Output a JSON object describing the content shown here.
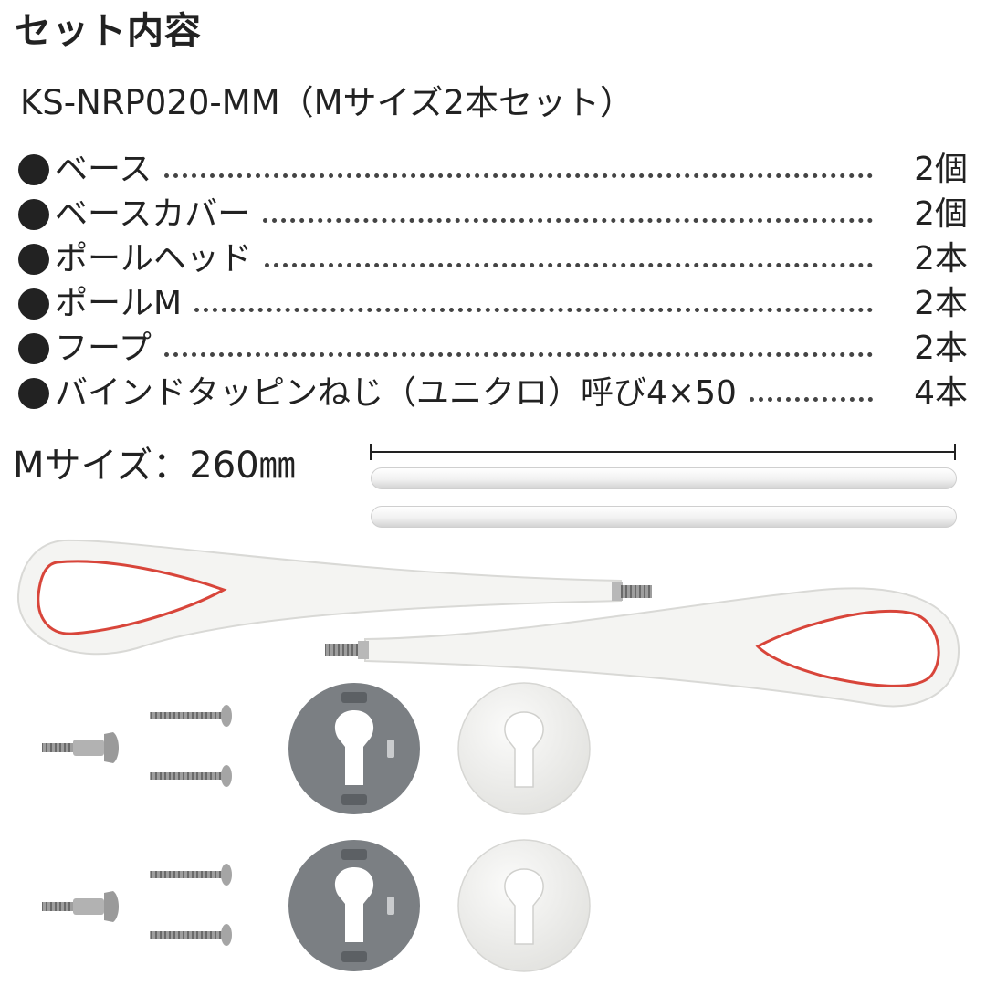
{
  "title": "セット内容",
  "set_name": "KS-NRP020-MM（Mサイズ2本セット）",
  "items": [
    {
      "name": "ベース",
      "qty": "2個"
    },
    {
      "name": "ベースカバー",
      "qty": "2個"
    },
    {
      "name": "ポールヘッド",
      "qty": "2本"
    },
    {
      "name": "ポールM",
      "qty": "2本"
    },
    {
      "name": "フープ",
      "qty": "2本"
    },
    {
      "name": "バインドタッピンねじ（ユニクロ）呼び4×50",
      "qty": "4本"
    }
  ],
  "size_label": "Mサイズ：260㎜",
  "colors": {
    "text": "#222222",
    "hoop_accent": "#d8453a",
    "base_gray": "#7b7f83",
    "cover_white": "#f1f1ef",
    "screw_metal": "#a9a9a9"
  }
}
